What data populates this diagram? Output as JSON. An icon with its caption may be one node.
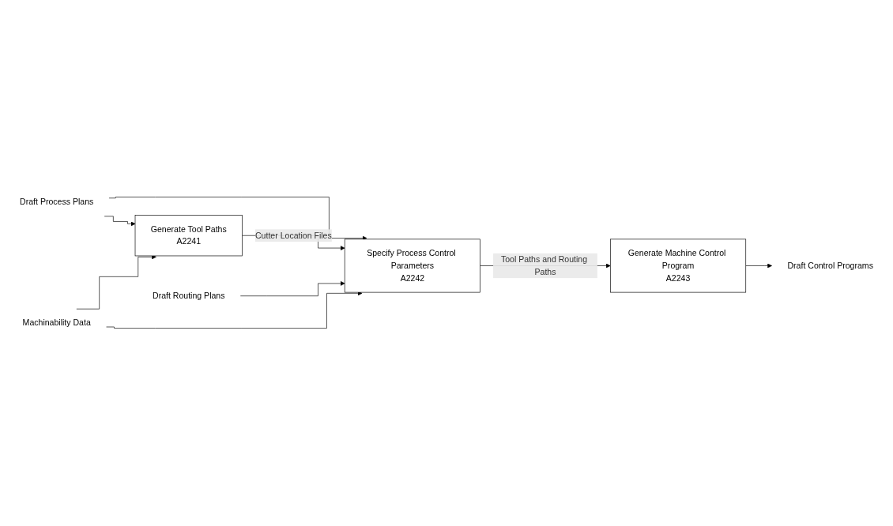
{
  "diagram": {
    "nodes": [
      {
        "text": [
          "Draft Process Plans"
        ]
      },
      {
        "text": [
          "Generate Tool Paths",
          "A2241"
        ]
      },
      {
        "text": [
          "Draft Routing Plans"
        ]
      },
      {
        "text": [
          "Specify Process Control Parameters",
          "A2242"
        ]
      },
      {
        "text": [
          "Generate Machine Control Program",
          "A2243"
        ]
      },
      {
        "text": [
          "Draft Control Programs"
        ]
      },
      {
        "text": [
          "Machinability Data"
        ]
      }
    ],
    "edges": [
      {
        "from": 0,
        "to": 1,
        "arrow": "to"
      },
      {
        "from": 0,
        "to": 3,
        "arrow": "to"
      },
      {
        "from": 1,
        "to": 3,
        "arrow": "to",
        "label": "Cutter Location Files"
      },
      {
        "from": 2,
        "to": 3,
        "arrow": "to"
      },
      {
        "from": 6,
        "to": 3,
        "arrow": "to"
      },
      {
        "from": 6,
        "to": 1,
        "arrow": "to"
      },
      {
        "from": 3,
        "to": 4,
        "arrow": "to",
        "label": "Tool Paths and Routing Paths"
      },
      {
        "from": 4,
        "to": 5,
        "arrow": "to"
      }
    ]
  }
}
